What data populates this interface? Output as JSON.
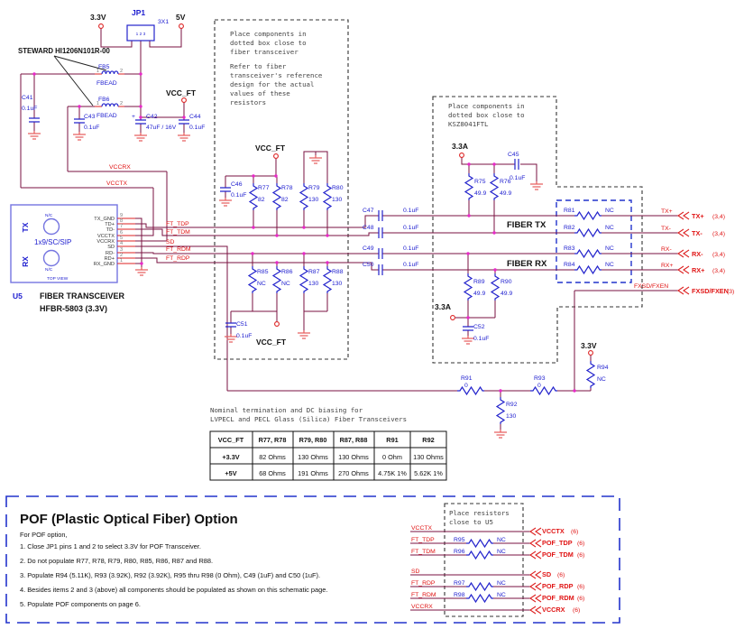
{
  "power": {
    "v33_label": "3.3V",
    "v5_label": "5V",
    "jp1": {
      "ref": "JP1",
      "pins": "1 2 3",
      "size": "3X1"
    },
    "ferrite_note": "STEWARD HI1206N101R-00",
    "fb5": {
      "ref": "FB5",
      "value": "FBEAD",
      "pin1": "1",
      "pin2": "2"
    },
    "fb6": {
      "ref": "FB6",
      "value": "FBEAD",
      "pin1": "1",
      "pin2": "2"
    },
    "c41": {
      "ref": "C41",
      "value": "0.1uF"
    },
    "c43": {
      "ref": "C43",
      "value": "0.1uF"
    },
    "c42": {
      "ref": "C42",
      "value": "47uF / 16V",
      "polarity": "+"
    },
    "c44": {
      "ref": "C44",
      "value": "0.1uF"
    },
    "vcc_ft_label": "VCC_FT",
    "vccrx_net": "VCCRX",
    "vcctx_net": "VCCTX"
  },
  "transceiver": {
    "ref": "U5",
    "name": "FIBER TRANSCEIVER",
    "part": "HFBR-5803 (3.3V)",
    "body": {
      "tx": "TX",
      "rx": "RX",
      "nc_top": "N/C",
      "nc_bottom": "N/C",
      "type": "1x9/SC/SIP",
      "view": "TOP VIEW"
    },
    "pins": [
      {
        "num": "9",
        "name": "TX_GND"
      },
      {
        "num": "8",
        "name": "TD+"
      },
      {
        "num": "7",
        "name": "TD-"
      },
      {
        "num": "6",
        "name": "VCCTX"
      },
      {
        "num": "5",
        "name": "VCCRX"
      },
      {
        "num": "4",
        "name": "SD"
      },
      {
        "num": "3",
        "name": "RD-"
      },
      {
        "num": "2",
        "name": "RD+"
      },
      {
        "num": "1",
        "name": "RX_GND"
      }
    ],
    "nets": {
      "ft_tdp": "FT_TDP",
      "ft_tdm": "FT_TDM",
      "sd": "SD",
      "ft_rdm": "FT_RDM",
      "ft_rdp": "FT_RDP"
    }
  },
  "note_box1": {
    "p1": [
      "Place components in",
      "dotted box close to",
      "fiber transceiver"
    ],
    "p2": [
      "Refer to fiber",
      "transceiver's reference",
      "design for the actual",
      "values of these",
      "resistors"
    ]
  },
  "bias_box1": {
    "vcc_ft_top": "VCC_FT",
    "c46": {
      "ref": "C46",
      "value": "0.1uF"
    },
    "r77": {
      "ref": "R77",
      "value": "82"
    },
    "r78": {
      "ref": "R78",
      "value": "82"
    },
    "r79": {
      "ref": "R79",
      "value": "130"
    },
    "r80": {
      "ref": "R80",
      "value": "130"
    },
    "r85": {
      "ref": "R85",
      "value": "NC"
    },
    "r86": {
      "ref": "R86",
      "value": "NC"
    },
    "r87": {
      "ref": "R87",
      "value": "130"
    },
    "r88": {
      "ref": "R88",
      "value": "130"
    },
    "c51": {
      "ref": "C51",
      "value": "0.1uF"
    },
    "vcc_ft_bottom": "VCC_FT"
  },
  "note_box2": {
    "lines": [
      "Place components in",
      "dotted box close to",
      "KSZ8041FTL"
    ]
  },
  "ksz_box": {
    "v33a_tx": "3.3A",
    "c45": {
      "ref": "C45",
      "value": "0.1uF"
    },
    "r75": {
      "ref": "R75",
      "value": "49.9"
    },
    "r76": {
      "ref": "R76",
      "value": "49.9"
    },
    "fiber_tx": "FIBER TX",
    "fiber_rx": "FIBER RX",
    "r89": {
      "ref": "R89",
      "value": "49.9"
    },
    "r90": {
      "ref": "R90",
      "value": "49.9"
    },
    "v33a_rx": "3.3A",
    "c52": {
      "ref": "C52",
      "value": "0.1uF"
    }
  },
  "coupling": {
    "c47": {
      "ref": "C47",
      "value": "0.1uF"
    },
    "c48": {
      "ref": "C48",
      "value": "0.1uF"
    },
    "c49": {
      "ref": "C49",
      "value": "0.1uF"
    },
    "c50": {
      "ref": "C50",
      "value": "0.1uF"
    }
  },
  "term_box": {
    "r81": {
      "ref": "R81",
      "value": "NC"
    },
    "r82": {
      "ref": "R82",
      "value": "NC"
    },
    "r83": {
      "ref": "R83",
      "value": "NC"
    },
    "r84": {
      "ref": "R84",
      "value": "NC"
    }
  },
  "ports": {
    "txp": {
      "wire": "TX+",
      "label": "TX+",
      "pages": "(3,4)"
    },
    "txm": {
      "wire": "TX-",
      "label": "TX-",
      "pages": "(3,4)"
    },
    "rxm": {
      "wire": "RX-",
      "label": "RX-",
      "pages": "(3,4)"
    },
    "rxp": {
      "wire": "RX+",
      "label": "RX+",
      "pages": "(3,4)"
    },
    "fxsd": {
      "wire": "FXSD/FXEN",
      "label": "FXSD/FXEN",
      "pages": "(3)"
    }
  },
  "sd_bias": {
    "r91": {
      "ref": "R91",
      "value": "0"
    },
    "r92": {
      "ref": "R92",
      "value": "130"
    },
    "r93": {
      "ref": "R93",
      "value": "0"
    },
    "r94": {
      "ref": "R94",
      "value": "NC"
    },
    "v33": "3.3V"
  },
  "term_note": {
    "lines": [
      "Nominal termination and DC biasing for",
      "LVPECL and PECL Glass (Silica) Fiber Transceivers"
    ]
  },
  "table": {
    "headers": [
      "VCC_FT",
      "R77, R78",
      "R79, R80",
      "R87, R88",
      "R91",
      "R92"
    ],
    "rows": [
      [
        "+3.3V",
        "82 Ohms",
        "130 Ohms",
        "130 Ohms",
        "0 Ohm",
        "130 Ohms"
      ],
      [
        "+5V",
        "68 Ohms",
        "191 Ohms",
        "270 Ohms",
        "4.75K 1%",
        "5.62K 1%"
      ]
    ]
  },
  "pof": {
    "title": "POF (Plastic Optical Fiber) Option",
    "intro": "For POF option,",
    "items": [
      "1.  Close JP1 pins 1 and 2 to select 3.3V for POF Transceiver.",
      "2.  Do not populate  R77, R78, R79, R80, R85, R86, R87 and R88.",
      "3.  Populate R94 (5.11K), R93 (3.92K), R92 (3.92K), R95 thru R98 (0 Ohm), C49 (1uF) and C50 (1uF).",
      "4.  Besides items 2 and 3 (above) all components should be populated as shown on this schematic page.",
      "5.  Populate POF components on page 6."
    ],
    "place_note": [
      "Place resistors",
      "close to U5"
    ],
    "rows": [
      {
        "net": "VCCTX",
        "res": "",
        "val": "",
        "port": "VCCTX",
        "page": "(6)"
      },
      {
        "net": "FT_TDP",
        "res": "R95",
        "val": "NC",
        "port": "POF_TDP",
        "page": "(6)"
      },
      {
        "net": "FT_TDM",
        "res": "R96",
        "val": "NC",
        "port": "POF_TDM",
        "page": "(6)"
      },
      {
        "net": "SD",
        "res": "",
        "val": "",
        "port": "SD",
        "page": "(6)"
      },
      {
        "net": "FT_RDP",
        "res": "R97",
        "val": "NC",
        "port": "POF_RDP",
        "page": "(6)"
      },
      {
        "net": "FT_RDM",
        "res": "R98",
        "val": "NC",
        "port": "POF_RDM",
        "page": "(6)"
      },
      {
        "net": "VCCRX",
        "res": "",
        "val": "",
        "port": "VCCRX",
        "page": "(6)"
      }
    ]
  }
}
